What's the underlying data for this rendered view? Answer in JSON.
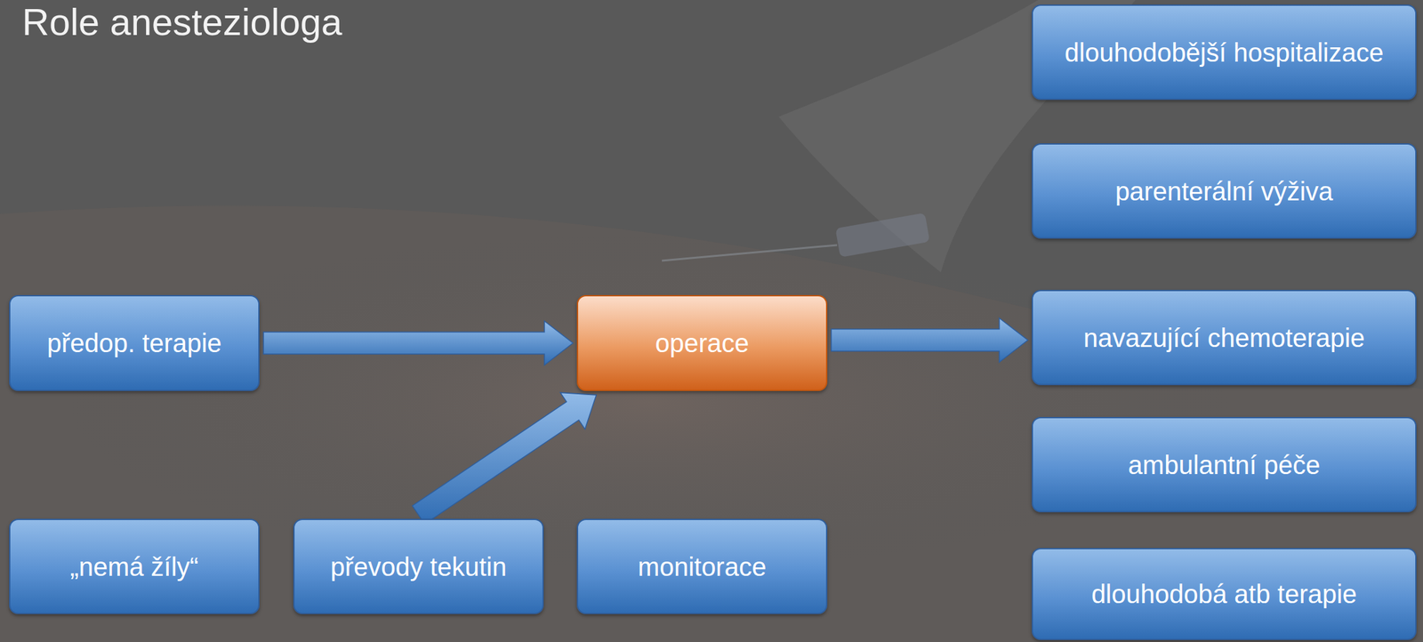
{
  "diagram": {
    "title": "Role anesteziologa",
    "nodes": [
      {
        "text": [
          "předop. terapie"
        ]
      },
      {
        "text": [
          "operace"
        ]
      },
      {
        "text": [
          "„nemá žíly“"
        ]
      },
      {
        "text": [
          "převody tekutin"
        ]
      },
      {
        "text": [
          "monitorace"
        ]
      },
      {
        "text": [
          "dlouhodobější hospitalizace"
        ]
      },
      {
        "text": [
          "parenterální výživa"
        ]
      },
      {
        "text": [
          "navazující chemoterapie"
        ]
      },
      {
        "text": [
          "ambulantní péče"
        ]
      },
      {
        "text": [
          "dlouhodobá atb terapie"
        ]
      }
    ],
    "edges": [
      {
        "from": 0,
        "to": 1,
        "arrow": "to"
      },
      {
        "from": 3,
        "to": 1,
        "arrow": "to"
      },
      {
        "from": 1,
        "to": 7,
        "arrow": "to"
      }
    ]
  }
}
